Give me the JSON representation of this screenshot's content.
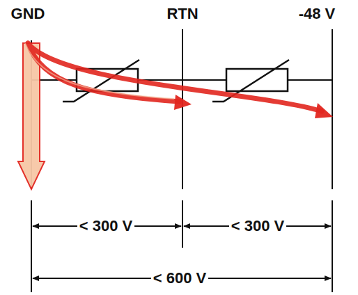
{
  "diagram": {
    "labels": [
      "GND",
      "RTN",
      "-48 V",
      "< 300 V",
      "< 300 V",
      "< 600 V"
    ]
  }
}
